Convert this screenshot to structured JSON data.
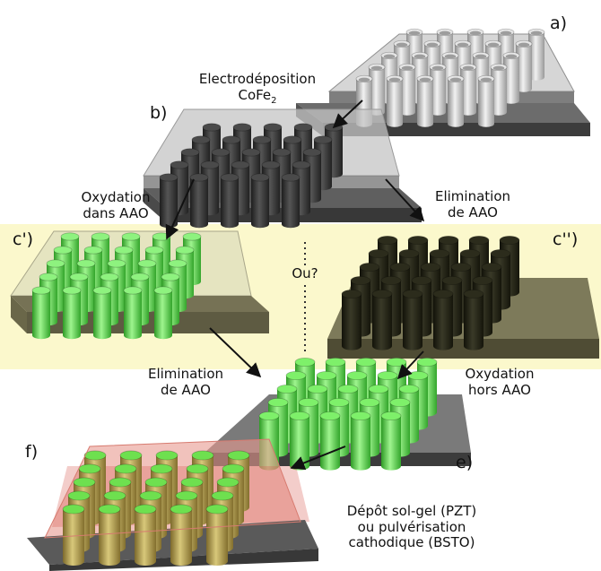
{
  "panels": {
    "a": "a)",
    "b": "b)",
    "c1": "c')",
    "c2": "c'')",
    "e": "e)",
    "f": "f)"
  },
  "steps": {
    "electrodeposition": {
      "line1": "Electrodéposition",
      "line2_main": "CoFe",
      "line2_sub": "2"
    },
    "oxidation_in_aao": {
      "line1": "Oxydation",
      "line2": "dans AAO"
    },
    "elimination_aao_top": {
      "line1": "Elimination",
      "line2": "de AAO"
    },
    "alternative": "Ou?",
    "elimination_aao_bottom": {
      "line1": "Elimination",
      "line2": "de AAO"
    },
    "oxidation_out_aao": {
      "line1": "Oxydation",
      "line2": "hors AAO"
    },
    "deposition": {
      "line1": "Dépôt sol-gel  (PZT)",
      "line2": "ou pulvérisation",
      "line3": "cathodique (BSTO)"
    }
  },
  "colors": {
    "highlight_band": "#fbf8cc",
    "substrate_grey": "#5b5b5b",
    "substrate_olive": "#767255",
    "cobalt_ferrite_dark": "#333333",
    "oxide_green": "#56d94a",
    "pzt_matrix": "#e06a5c"
  }
}
